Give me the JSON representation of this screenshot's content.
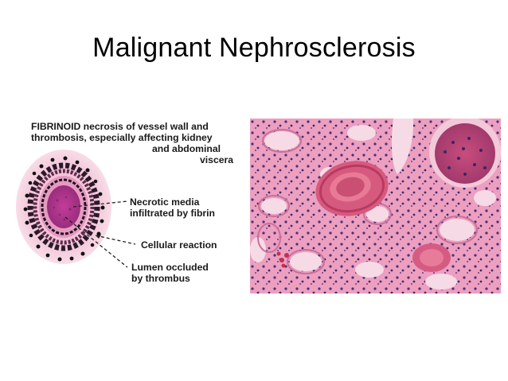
{
  "slide": {
    "title": "Malignant Nephrosclerosis"
  },
  "diagram": {
    "caption_lines": [
      "FIBRINOID necrosis of vessel wall and",
      "thrombosis, especially affecting kidney",
      "and abdominal",
      "viscera"
    ],
    "labels": {
      "necrotic_media_line1": "Necrotic media",
      "necrotic_media_line2": "infiltrated by fibrin",
      "cellular_reaction": "Cellular reaction",
      "lumen_line1": "Lumen occluded",
      "lumen_line2": "by thrombus"
    }
  },
  "colors": {
    "halo_pink": "#f2c2d6",
    "thrombus_magenta": "#b0338c",
    "tissue_pink": "#e893b4",
    "nucleus_purple": "#3d2a6b"
  }
}
